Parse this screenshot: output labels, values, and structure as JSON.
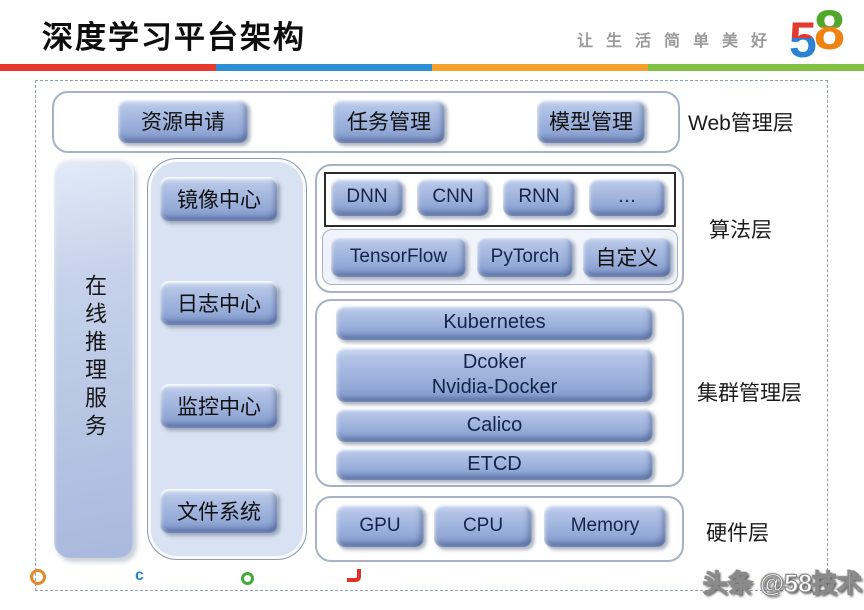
{
  "header": {
    "title": "深度学习平台架构",
    "slogan": "让生活简单美好",
    "logo_5": "5",
    "logo_8": "8"
  },
  "colors": {
    "stripe": [
      "#e8392f",
      "#2e8fd5",
      "#f5a02c",
      "#7fc241"
    ],
    "button_fill_top": "#d3dff2",
    "button_fill_bottom": "#7e96c9",
    "support_panel_fill": "#d9e2f2",
    "logo_red": "#e23a2e",
    "logo_blue": "#2b82d2",
    "logo_green": "#4ea82b",
    "logo_orange": "#ef8211"
  },
  "diagram": {
    "web_layer": {
      "label": "Web管理层",
      "buttons": [
        "资源申请",
        "任务管理",
        "模型管理"
      ]
    },
    "online_service": {
      "label": "在线推理服务"
    },
    "support_column": {
      "buttons": [
        "镜像中心",
        "日志中心",
        "监控中心",
        "文件系统"
      ]
    },
    "algo_layer": {
      "label": "算法层",
      "models": [
        "DNN",
        "CNN",
        "RNN",
        "…"
      ],
      "frameworks": [
        "TensorFlow",
        "PyTorch",
        "自定义"
      ]
    },
    "cluster_layer": {
      "label": "集群管理层",
      "bars": [
        "Kubernetes",
        "Dcoker\nNvidia-Docker",
        "Calico",
        "ETCD"
      ]
    },
    "hardware_layer": {
      "label": "硬件层",
      "buttons": [
        "GPU",
        "CPU",
        "Memory"
      ]
    }
  },
  "footer": {
    "glyph_c": "c",
    "watermark": "头条 @58技术"
  }
}
